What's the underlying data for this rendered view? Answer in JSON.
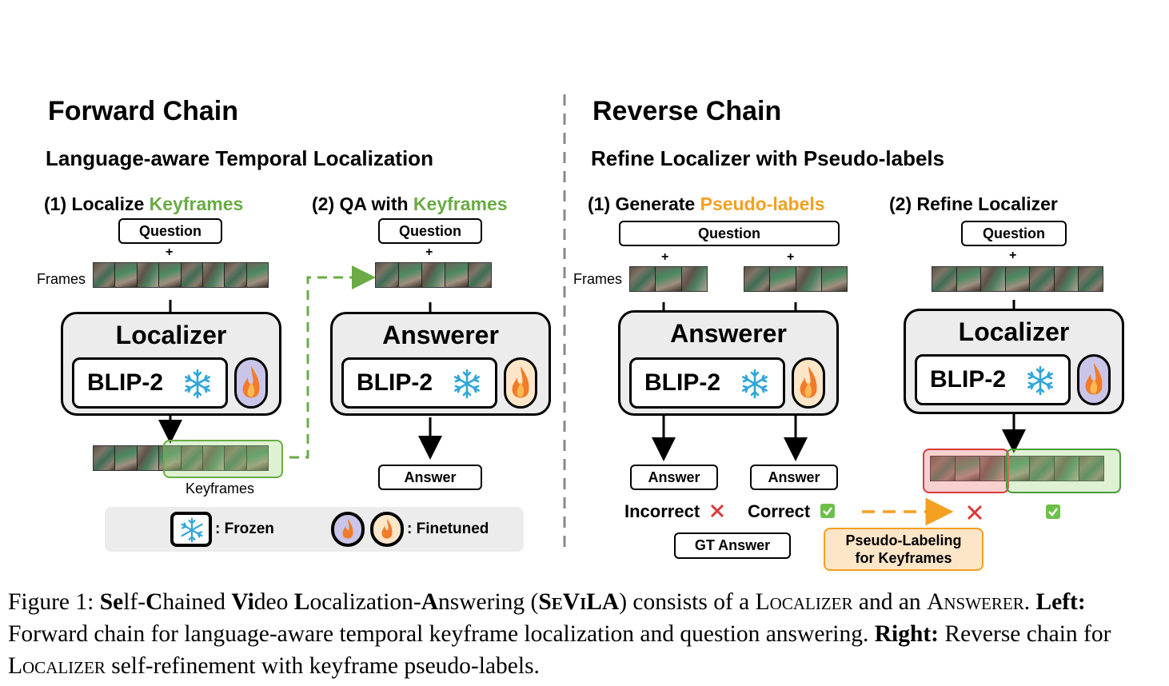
{
  "left": {
    "title": "Forward Chain",
    "subtitle": "Language-aware Temporal Localization",
    "step1_prefix": "(1) Localize ",
    "step1_keyword": "Keyframes",
    "step2_prefix": "(2) QA with ",
    "step2_keyword": "Keyframes",
    "question1": "Question",
    "question2": "Question",
    "plus": "+",
    "frames_label": "Frames",
    "localizer_title": "Localizer",
    "answerer_title": "Answerer",
    "blip1": "BLIP-2",
    "blip2": "BLIP-2",
    "keyframes_label": "Keyframes",
    "answer": "Answer",
    "legend_frozen": ": Frozen",
    "legend_finetuned": ": Finetuned"
  },
  "right": {
    "title": "Reverse Chain",
    "subtitle": "Refine Localizer with Pseudo-labels",
    "step1_prefix": "(1) Generate ",
    "step1_keyword": "Pseudo-labels",
    "step2": "(2) Refine Localizer",
    "question1": "Question",
    "question2": "Question",
    "plus": "+",
    "frames_label": "Frames",
    "answerer_title": "Answerer",
    "localizer_title": "Localizer",
    "blip1": "BLIP-2",
    "blip2": "BLIP-2",
    "answer1": "Answer",
    "answer2": "Answer",
    "incorrect": "Incorrect",
    "correct": "Correct",
    "gt_answer": "GT Answer",
    "pseudo_line1": "Pseudo-Labeling",
    "pseudo_line2": "for Keyframes"
  },
  "caption": {
    "figure": "Figure 1: ",
    "p1": "Se",
    "p2": "lf-",
    "p3": "C",
    "p4": "hained ",
    "p5": "Vi",
    "p6": "deo ",
    "p7": "L",
    "p8": "ocalization-",
    "p9": "A",
    "p10": "nswering (",
    "p11": "SeViLA",
    "p12": ") consists of a ",
    "p13": "Localizer",
    "p14": " and an ",
    "p15": "Answerer",
    "p16": ". ",
    "left_label": "Left:",
    "left_text": " Forward chain for language-aware temporal keyframe localization and question answering. ",
    "right_label": "Right:",
    "right_text": " Reverse chain for ",
    "p17": "Localizer",
    "p18": " self-refinement with keyframe pseudo-labels."
  },
  "colors": {
    "green": "#6aab45",
    "orange": "#f4a021",
    "red": "#d93a3a",
    "finetune_purple": "#c9c5e8",
    "finetune_peach": "#fde5c8"
  }
}
